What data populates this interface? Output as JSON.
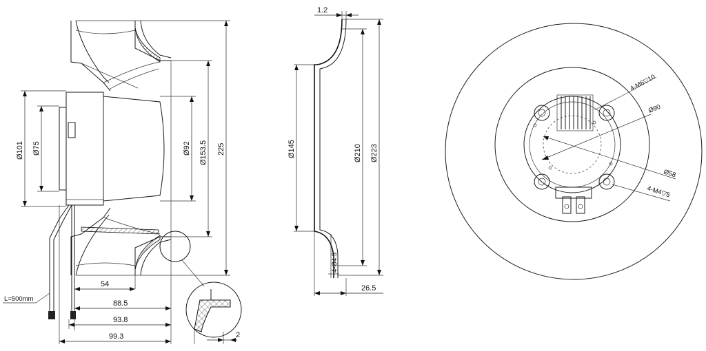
{
  "side_view": {
    "dims": {
      "d101": "Ø101",
      "d75": "Ø75",
      "d92": "Ø92",
      "d153": "Ø153.5",
      "d225": "225",
      "len54": "54",
      "len88": "88.5",
      "len93": "93.8",
      "len99": "99.3",
      "cable": "L=500mm",
      "detail2": "2"
    }
  },
  "section_view": {
    "dims": {
      "t12": "1.2",
      "d145": "Ø145",
      "d210": "Ø210",
      "d223": "Ø223",
      "hole": "4-Ø4.5",
      "h265": "26.5"
    }
  },
  "front_view": {
    "dims": {
      "m6": "4-M6▽10",
      "d90": "Ø90",
      "d58": "Ø58",
      "m4": "4-M4▽5"
    }
  }
}
